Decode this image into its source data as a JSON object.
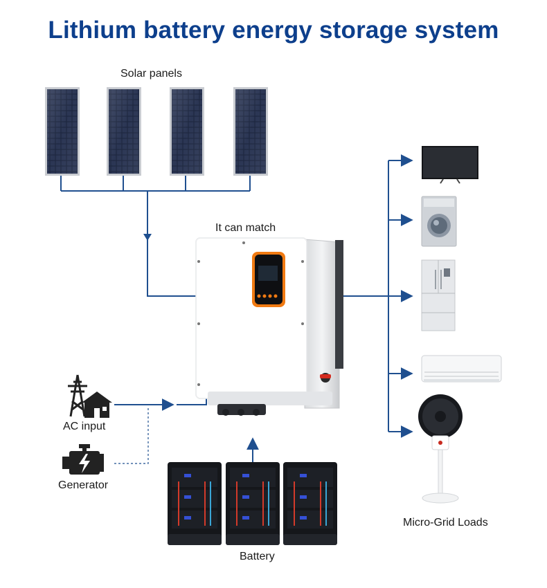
{
  "title": "Lithium battery energy storage system",
  "labels": {
    "solar_panels": "Solar panels",
    "inverter": "It can match",
    "ac_input": "AC input",
    "generator": "Generator",
    "battery": "Battery",
    "loads": "Micro-Grid Loads"
  },
  "colors": {
    "title": "#0d3f8c",
    "connector": "#1f4f8f",
    "inverter_accent": "#f07a12"
  },
  "icons": [
    "solar-panel-icon",
    "inverter-icon",
    "power-tower-house-icon",
    "generator-engine-icon",
    "battery-rack-icon",
    "tv-icon",
    "washing-machine-icon",
    "refrigerator-icon",
    "air-conditioner-icon",
    "fan-icon"
  ]
}
